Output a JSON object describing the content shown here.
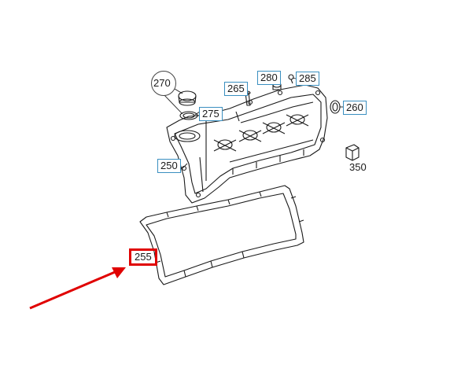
{
  "diagram": {
    "highlight_color": "#e00000",
    "label_border_color": "#3a8fc0",
    "line_color": "#1a1a1a",
    "labels": {
      "p250": "250",
      "p255": "255",
      "p260": "260",
      "p265": "265",
      "p270": "270",
      "p275": "275",
      "p280": "280",
      "p285": "285",
      "p350": "350"
    },
    "highlighted_part": "255"
  }
}
